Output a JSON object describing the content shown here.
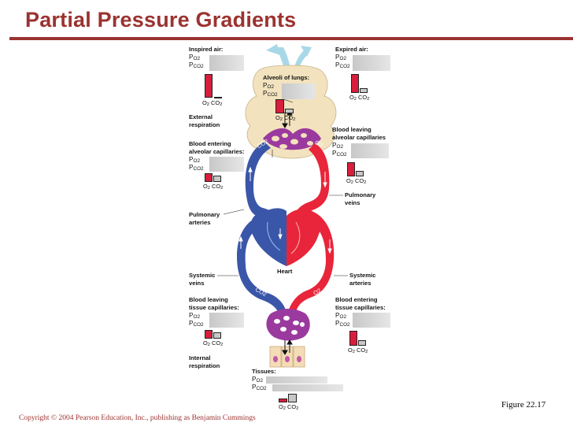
{
  "title": "Partial Pressure Gradients",
  "figure_label": "Figure 22.17",
  "copyright": "Copyright © 2004 Pearson Education, Inc., publishing as Benjamin Cummings",
  "gas": {
    "po2": "P",
    "po2_sub": "O2",
    "pco2": "P",
    "pco2_sub": "CO2",
    "o2": "O",
    "o2_sub": "2",
    "co2": "CO",
    "co2_sub": "2"
  },
  "labels": {
    "inspired_air": "Inspired air:",
    "expired_air": "Expired air:",
    "alveoli": "Alveoli of lungs:",
    "external_resp_1": "External",
    "external_resp_2": "respiration",
    "blood_entering_alv_1": "Blood entering",
    "blood_entering_alv_2": "alveolar capillaries:",
    "blood_leaving_alv_1": "Blood leaving",
    "blood_leaving_alv_2": "alveolar capillaries",
    "pulmonary_veins_1": "Pulmonary",
    "pulmonary_veins_2": "veins",
    "pulmonary_arteries_1": "Pulmonary",
    "pulmonary_arteries_2": "arteries",
    "heart": "Heart",
    "systemic_veins_1": "Systemic",
    "systemic_veins_2": "veins",
    "systemic_arteries_1": "Systemic",
    "systemic_arteries_2": "arteries",
    "blood_leaving_tis_1": "Blood leaving",
    "blood_leaving_tis_2": "tissue capillaries:",
    "blood_entering_tis_1": "Blood entering",
    "blood_entering_tis_2": "tissue capillaries:",
    "internal_resp_1": "Internal",
    "internal_resp_2": "respiration",
    "tissues": "Tissues:"
  },
  "vessel_gas_labels": {
    "co2": "CO2",
    "o2": "O2"
  },
  "colors": {
    "title": "#9b3330",
    "oxygenated": "#e8253a",
    "deoxygenated": "#3a56a8",
    "capillary": "#9b3a9e",
    "lung": "#f2e2be",
    "airflow": "#a8d8e8",
    "tissue": "#f3dcb6"
  }
}
